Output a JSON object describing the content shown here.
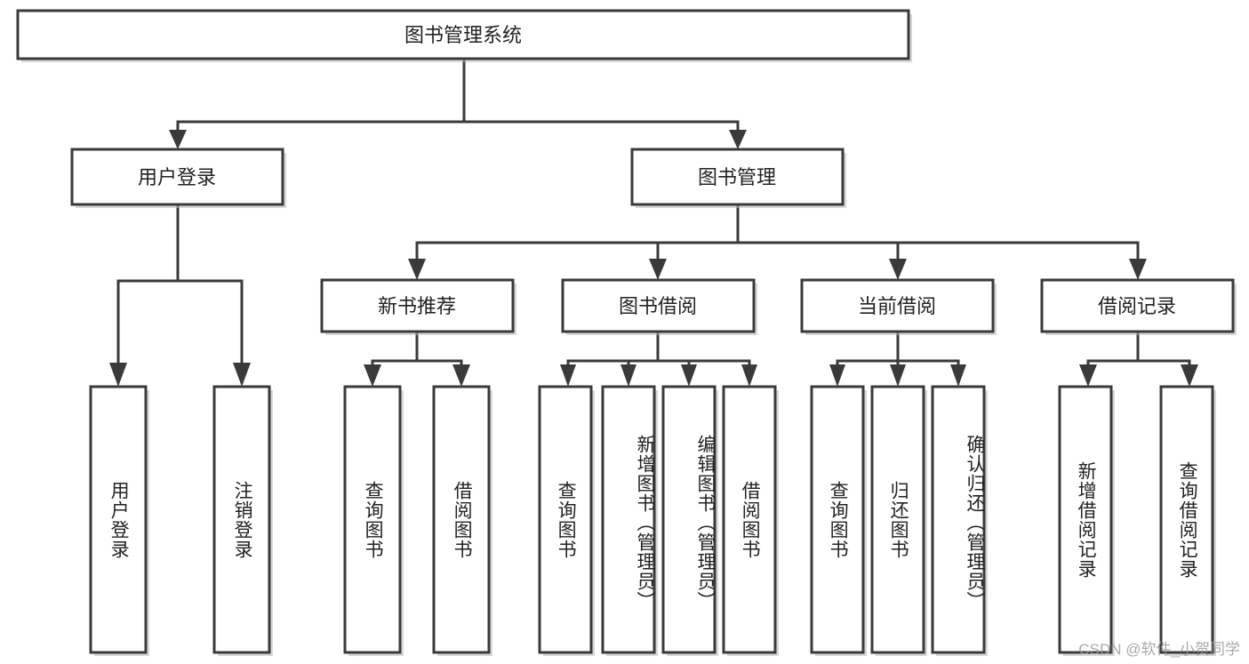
{
  "diagram": {
    "type": "tree-hierarchy",
    "title": "图书管理系统",
    "watermark": "CSDN @软件_小贺同学",
    "colors": {
      "box_stroke": "#3a3a3a",
      "box_fill": "#ffffff",
      "text": "#222222",
      "background": "#ffffff",
      "watermark": "#9a9a9a"
    },
    "levels": {
      "root": {
        "label": "图书管理系统"
      },
      "level2": [
        {
          "label": "用户登录"
        },
        {
          "label": "图书管理"
        }
      ],
      "level3": [
        {
          "label": "新书推荐"
        },
        {
          "label": "图书借阅"
        },
        {
          "label": "当前借阅"
        },
        {
          "label": "借阅记录"
        }
      ],
      "leaves": [
        {
          "label": "用户登录",
          "parent": "用户登录"
        },
        {
          "label": "注销登录",
          "parent": "用户登录"
        },
        {
          "label": "查询图书",
          "parent": "新书推荐"
        },
        {
          "label": "借阅图书",
          "parent": "新书推荐"
        },
        {
          "label": "查询图书",
          "parent": "图书借阅"
        },
        {
          "label": "新增图书（管理员）",
          "parent": "图书借阅"
        },
        {
          "label": "编辑图书（管理员）",
          "parent": "图书借阅"
        },
        {
          "label": "借阅图书",
          "parent": "图书借阅"
        },
        {
          "label": "查询图书",
          "parent": "当前借阅"
        },
        {
          "label": "归还图书",
          "parent": "当前借阅"
        },
        {
          "label": "确认归还（管理员）",
          "parent": "当前借阅"
        },
        {
          "label": "新增借阅记录",
          "parent": "借阅记录"
        },
        {
          "label": "查询借阅记录",
          "parent": "借阅记录"
        }
      ]
    }
  }
}
